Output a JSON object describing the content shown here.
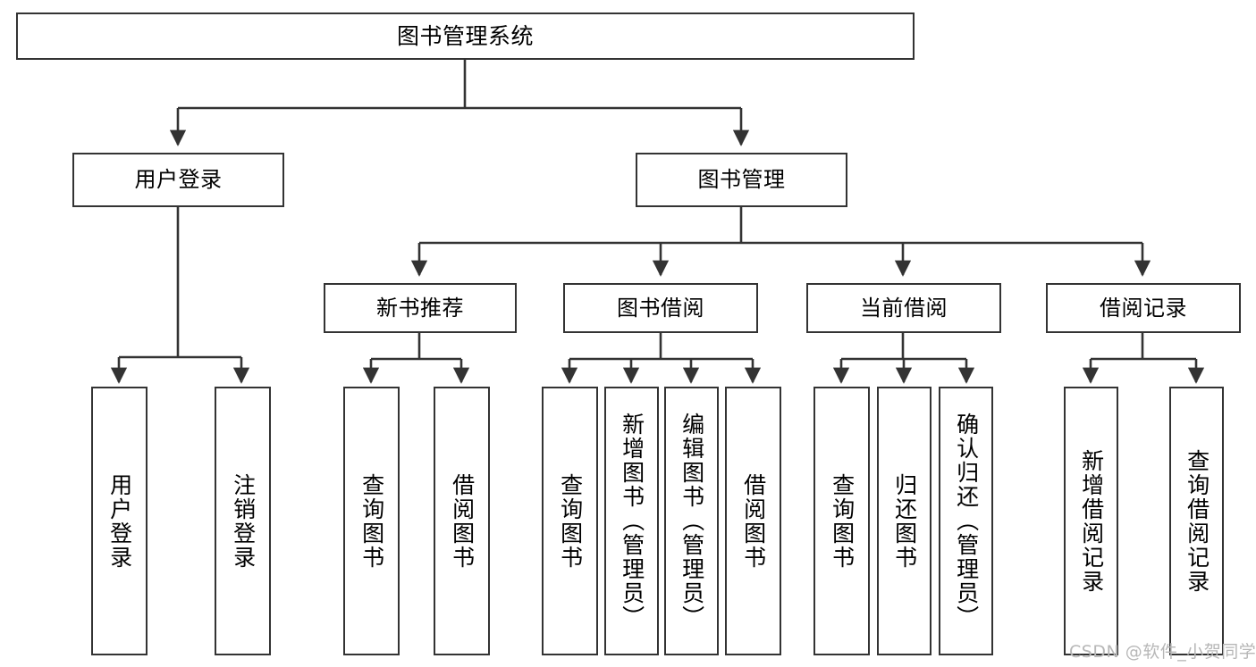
{
  "diagram": {
    "title": "图书管理系统",
    "type": "hierarchy-tree",
    "stroke_color": "#333333",
    "background_color": "#ffffff",
    "text_color": "#000000"
  },
  "nodes": {
    "root": {
      "label": "图书管理系统",
      "level": 1
    },
    "level2": [
      {
        "id": "user-login",
        "label": "用户登录"
      },
      {
        "id": "book-management",
        "label": "图书管理"
      }
    ],
    "level3": [
      {
        "id": "new-book-recommend",
        "label": "新书推荐"
      },
      {
        "id": "book-borrow",
        "label": "图书借阅"
      },
      {
        "id": "current-borrow",
        "label": "当前借阅"
      },
      {
        "id": "borrow-record",
        "label": "借阅记录"
      }
    ],
    "leaves": {
      "user_login": [
        {
          "id": "leaf-user-login",
          "label": "用户登录"
        },
        {
          "id": "leaf-logout-login",
          "label": "注销登录"
        }
      ],
      "new_book_recommend": [
        {
          "id": "leaf-query-book-1",
          "label": "查询图书"
        },
        {
          "id": "leaf-borrow-book-1",
          "label": "借阅图书"
        }
      ],
      "book_borrow": [
        {
          "id": "leaf-query-book-2",
          "label": "查询图书"
        },
        {
          "id": "leaf-add-book",
          "label": "新增图书（管理员）"
        },
        {
          "id": "leaf-edit-book",
          "label": "编辑图书（管理员）"
        },
        {
          "id": "leaf-borrow-book-2",
          "label": "借阅图书"
        }
      ],
      "current_borrow": [
        {
          "id": "leaf-query-book-3",
          "label": "查询图书"
        },
        {
          "id": "leaf-return-book",
          "label": "归还图书"
        },
        {
          "id": "leaf-confirm-return",
          "label": "确认归还（管理员）"
        }
      ],
      "borrow_record": [
        {
          "id": "leaf-add-record",
          "label": "新增借阅记录"
        },
        {
          "id": "leaf-query-record",
          "label": "查询借阅记录"
        }
      ]
    }
  },
  "watermark": {
    "text": "CSDN @软件_小贺同学",
    "color": "#b7b7b7"
  }
}
